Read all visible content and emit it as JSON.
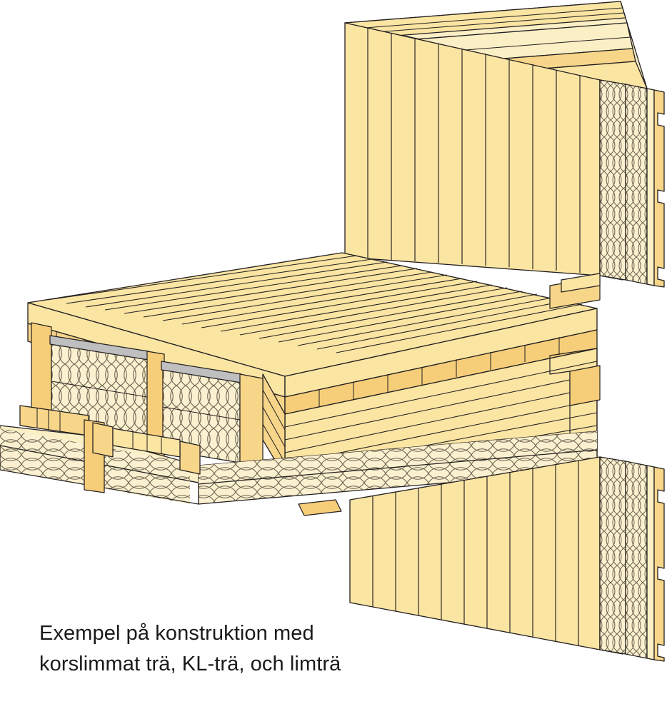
{
  "figure": {
    "title": "Exempel på konstruktion med korslimmat trä, KL-trä, och limträ",
    "caption_lines": [
      "Exempel på konstruktion med",
      "korslimmat trä, KL-trä, och limträ"
    ],
    "background_color": "#ffffff",
    "illustration_type": "isometric-building-construction-detail",
    "language": "sv"
  },
  "palette": {
    "wood_light": "#FAE5A3",
    "wood_light_2": "#F9E09A",
    "wood_medium": "#F7D68A",
    "wood_accent": "#F6CE7A",
    "wood_accent_2": "#F4C96F",
    "wood_pale": "#FBEFC6",
    "insulation_fill": "#FBF0CF",
    "insulation_line": "#6b6550",
    "metal_gray": "#BFBFBF",
    "metal_gray_dark": "#A6A6A6",
    "outline": "#231f20",
    "text": "#1a1a1a"
  },
  "components": {
    "wall": {
      "name": "CLT wall panel",
      "face_label": "korslimmat trä",
      "cladding_boards": 11,
      "insulation_layers": 2,
      "has_batten_strip": true
    },
    "floor": {
      "name": "CLT floor deck",
      "deck_planks": 16,
      "edge_blocks": 9
    },
    "beam": {
      "name": "Glulam beam",
      "label": "limträ",
      "lamination_layers": 9
    },
    "ceiling": {
      "name": "Insulated ceiling / soffit",
      "insulation_bays": 3,
      "has_vapor_barrier": true
    },
    "cavity": {
      "name": "Insulated wall cavity",
      "bays": 2,
      "has_metal_profile": true
    }
  }
}
